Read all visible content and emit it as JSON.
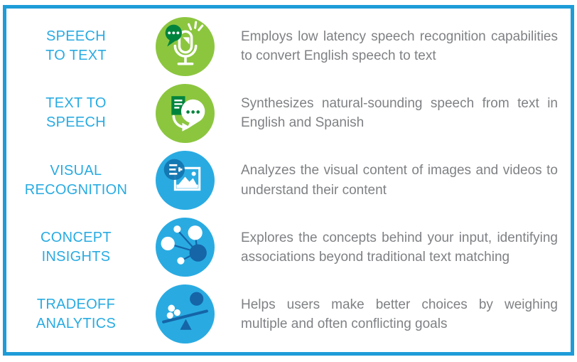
{
  "page": {
    "background": "#FFFFFF",
    "border_color": "#1E9CD8"
  },
  "colors": {
    "accent_cyan": "#29ABE2",
    "icon_green": "#8CC63F",
    "icon_green_dark": "#00843D",
    "icon_blue": "#29ABE2",
    "icon_blue_dark": "#1565A7",
    "description_gray": "#7F8184"
  },
  "rows": [
    {
      "label_line1": "SPEECH",
      "label_line2": "TO TEXT",
      "icon": "speech-to-text-icon",
      "description": "Employs low latency speech recognition capabilities to convert English speech to text"
    },
    {
      "label_line1": "TEXT TO",
      "label_line2": "SPEECH",
      "icon": "text-to-speech-icon",
      "description": "Synthesizes natural-sounding speech from text in English and Spanish"
    },
    {
      "label_line1": "VISUAL",
      "label_line2": "RECOGNITION",
      "icon": "visual-recognition-icon",
      "description": "Analyzes the visual content of images and videos to understand their content"
    },
    {
      "label_line1": "CONCEPT",
      "label_line2": "INSIGHTS",
      "icon": "concept-insights-icon",
      "description": "Explores the concepts behind your input, identifying associations beyond traditional text matching"
    },
    {
      "label_line1": "TRADEOFF",
      "label_line2": "ANALYTICS",
      "icon": "tradeoff-analytics-icon",
      "description": "Helps users make better choices by weighing multiple and often conflicting goals"
    }
  ]
}
